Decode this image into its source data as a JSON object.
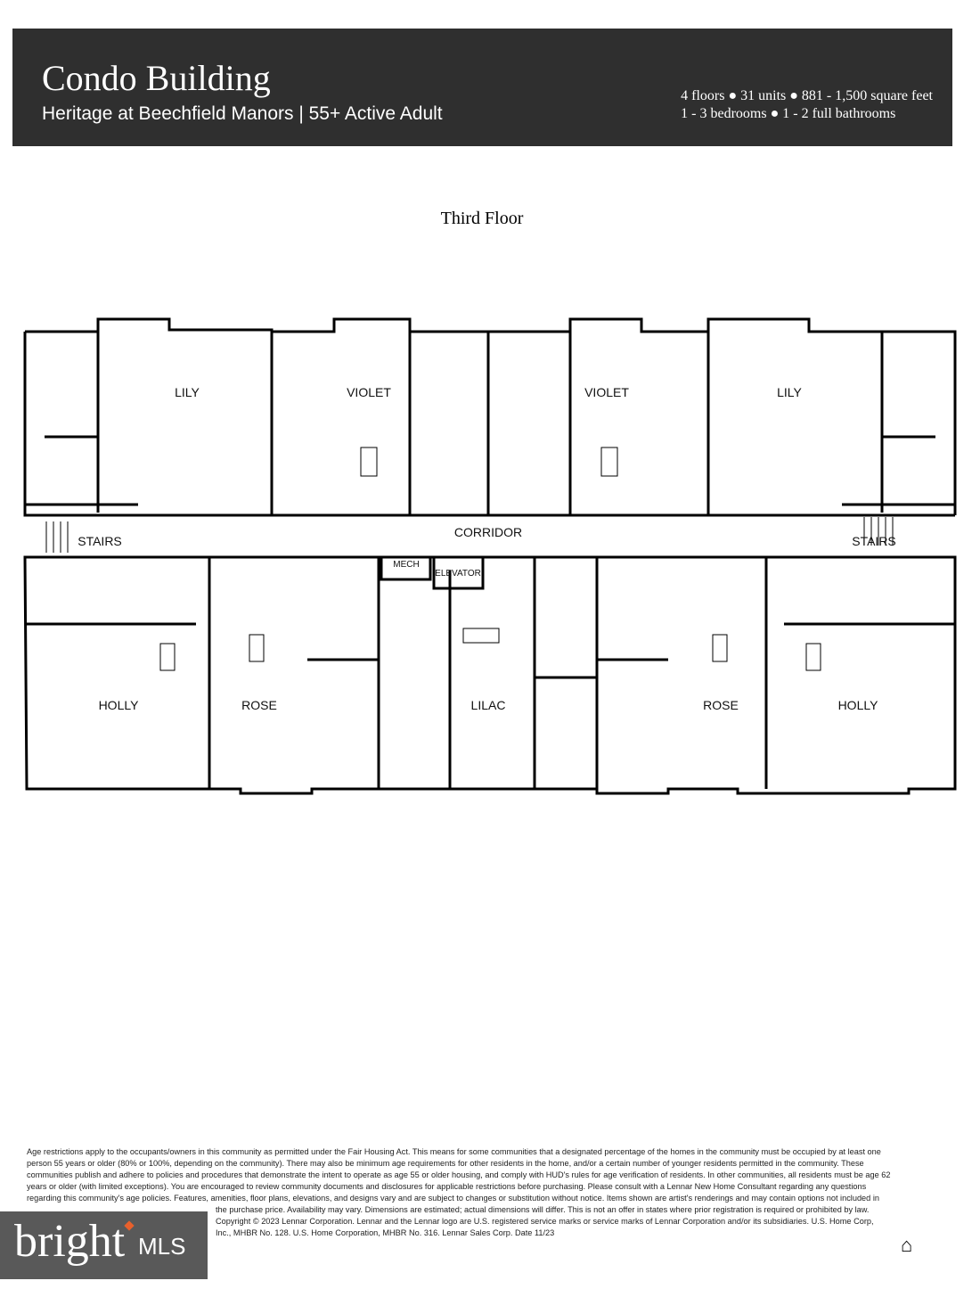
{
  "header": {
    "title": "Condo Building",
    "subtitle": "Heritage at Beechfield Manors | 55+ Active Adult",
    "stats_line1": "4 floors ● 31 units ● 881 - 1,500 square feet",
    "stats_line2": "1 - 3 bedrooms ● 1 - 2 full bathrooms"
  },
  "floor_title": "Third Floor",
  "plan": {
    "units_top": [
      "LILY",
      "VIOLET",
      "VIOLET",
      "LILY"
    ],
    "units_bottom": [
      "HOLLY",
      "ROSE",
      "LILAC",
      "ROSE",
      "HOLLY"
    ],
    "corridor": "CORRIDOR",
    "stairs_left": "STAIRS",
    "stairs_right": "STAIRS",
    "mech": "MECH",
    "elevator": "ELEVATOR"
  },
  "disclaimer": "Age restrictions apply to the occupants/owners in this community as permitted under the Fair Housing Act. This means for some communities that a designated percentage of the homes in the community must be occupied by at least one person 55 years or older (80% or 100%, depending on the community). There may also be minimum age requirements for other residents in the home, and/or a certain number of younger residents permitted in the community. These communities publish and adhere to policies and procedures that demonstrate the intent to operate as age 55 or older housing, and comply with HUD's rules for age verification of residents. In other communities, all residents must be age 62 years or older (with limited exceptions). You are encouraged to review community documents and disclosures for applicable restrictions before purchasing. Please consult with a Lennar New Home Consultant regarding any questions regarding this community's age policies. Features, amenities, floor plans, elevations, and designs vary and are subject to changes or substitution without notice. Items shown are artist's renderings and may contain options not included in the purchase price. Availability may vary. Dimensions are estimated; actual dimensions will differ. This is not an offer in states where prior registration is required or prohibited by law. Copyright © 2023 Lennar Corporation. Lennar and the Lennar logo are U.S. registered service marks or service marks of Lennar Corporation and/or its subsidiaries. U.S. Home Corp, Inc., MHBR No. 128. U.S. Home Corporation, MHBR No. 316. Lennar Sales Corp. Date 11/23",
  "logo": {
    "text": "bright",
    "suffix": "MLS"
  },
  "colors": {
    "header_bg": "#2f2f2f",
    "logo_bg": "#595959",
    "logo_accent": "#e8602c"
  },
  "icons": {
    "equal_housing": "equal-housing-icon"
  }
}
